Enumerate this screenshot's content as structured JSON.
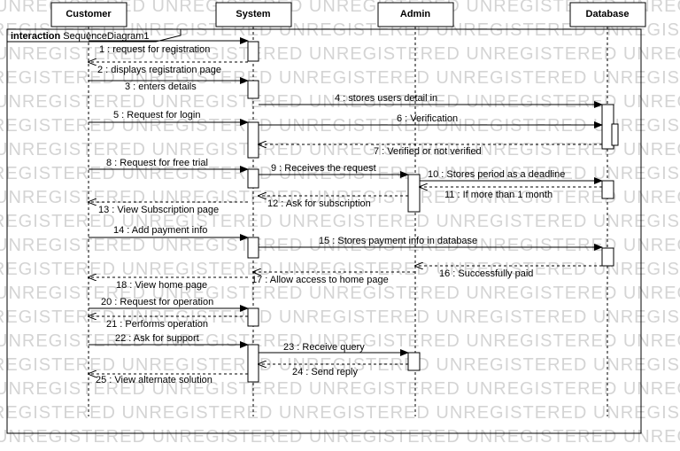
{
  "watermark": "UNREGISTERED",
  "frame_label": "interaction SequenceDiagram1",
  "frame_keyword": "interaction",
  "frame_name": "SequenceDiagram1",
  "lifelines": [
    {
      "name": "Customer"
    },
    {
      "name": "System"
    },
    {
      "name": "Admin"
    },
    {
      "name": "Database"
    }
  ],
  "messages": [
    {
      "label": "1 : request for registration",
      "from": 0,
      "to": 1,
      "type": "sync"
    },
    {
      "label": "2 : displays registration page",
      "from": 1,
      "to": 0,
      "type": "return"
    },
    {
      "label": "3 : enters details",
      "from": 0,
      "to": 1,
      "type": "sync"
    },
    {
      "label": "4 : stores users detail in",
      "from": 1,
      "to": 3,
      "type": "sync"
    },
    {
      "label": "5 : Request for login",
      "from": 0,
      "to": 1,
      "type": "sync"
    },
    {
      "label": "6 : Verification",
      "from": 1,
      "to": 3,
      "type": "sync"
    },
    {
      "label": "7 : Verified or not verified",
      "from": 3,
      "to": 1,
      "type": "return"
    },
    {
      "label": "8 : Request for free trial",
      "from": 0,
      "to": 1,
      "type": "sync"
    },
    {
      "label": "9 : Receives the request",
      "from": 1,
      "to": 2,
      "type": "sync"
    },
    {
      "label": "10 : Stores period as a deadline",
      "from": 2,
      "to": 3,
      "type": "sync"
    },
    {
      "label": "11 : If more than 1 month",
      "from": 3,
      "to": 2,
      "type": "return"
    },
    {
      "label": "12 : Ask for subscription",
      "from": 2,
      "to": 1,
      "type": "return"
    },
    {
      "label": "13 : View Subscription page",
      "from": 1,
      "to": 0,
      "type": "return"
    },
    {
      "label": "14 : Add payment info",
      "from": 0,
      "to": 1,
      "type": "sync"
    },
    {
      "label": "15 : Stores payment info in database",
      "from": 1,
      "to": 3,
      "type": "sync"
    },
    {
      "label": "16 : Successfully paid",
      "from": 3,
      "to": 2,
      "type": "return"
    },
    {
      "label": "17 : Allow access to home page",
      "from": 2,
      "to": 1,
      "type": "return"
    },
    {
      "label": "18 : View home page",
      "from": 1,
      "to": 0,
      "type": "return"
    },
    {
      "label": "20 : Request for operation",
      "from": 0,
      "to": 1,
      "type": "sync"
    },
    {
      "label": "21 : Performs operation",
      "from": 1,
      "to": 0,
      "type": "return"
    },
    {
      "label": "22 : Ask for support",
      "from": 0,
      "to": 1,
      "type": "sync"
    },
    {
      "label": "23 : Receive query",
      "from": 1,
      "to": 2,
      "type": "sync"
    },
    {
      "label": "24 : Send reply",
      "from": 2,
      "to": 1,
      "type": "return"
    },
    {
      "label": "25 : View alternate solution",
      "from": 1,
      "to": 0,
      "type": "return"
    }
  ]
}
